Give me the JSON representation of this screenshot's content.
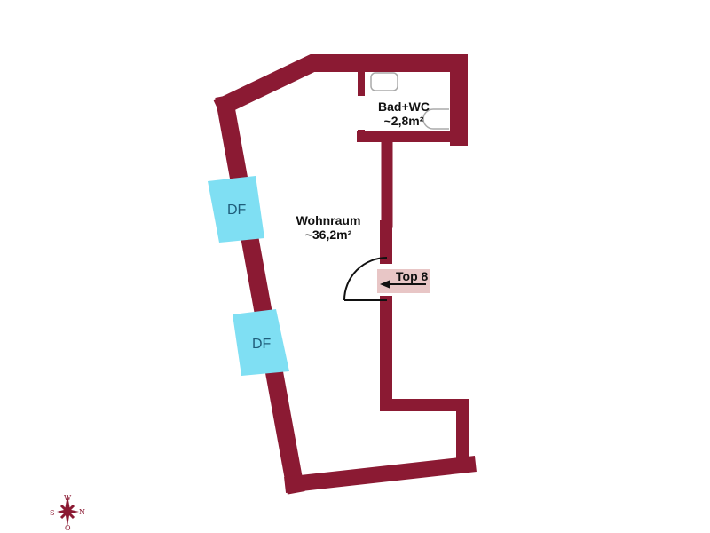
{
  "rooms": [
    {
      "name": "Wohnraum",
      "area": "~36,2m²"
    },
    {
      "name": "Bad+WC",
      "area": "~2,8m²"
    }
  ],
  "windows": [
    "DF",
    "DF"
  ],
  "entrance": {
    "label": "Top 8"
  },
  "compass": {
    "north": "N",
    "south": "S",
    "west": "W",
    "east": "O"
  },
  "colors": {
    "wall": "#8b1a33",
    "window": "#7fdff3",
    "entrance_bg": "#e8c6c6"
  }
}
